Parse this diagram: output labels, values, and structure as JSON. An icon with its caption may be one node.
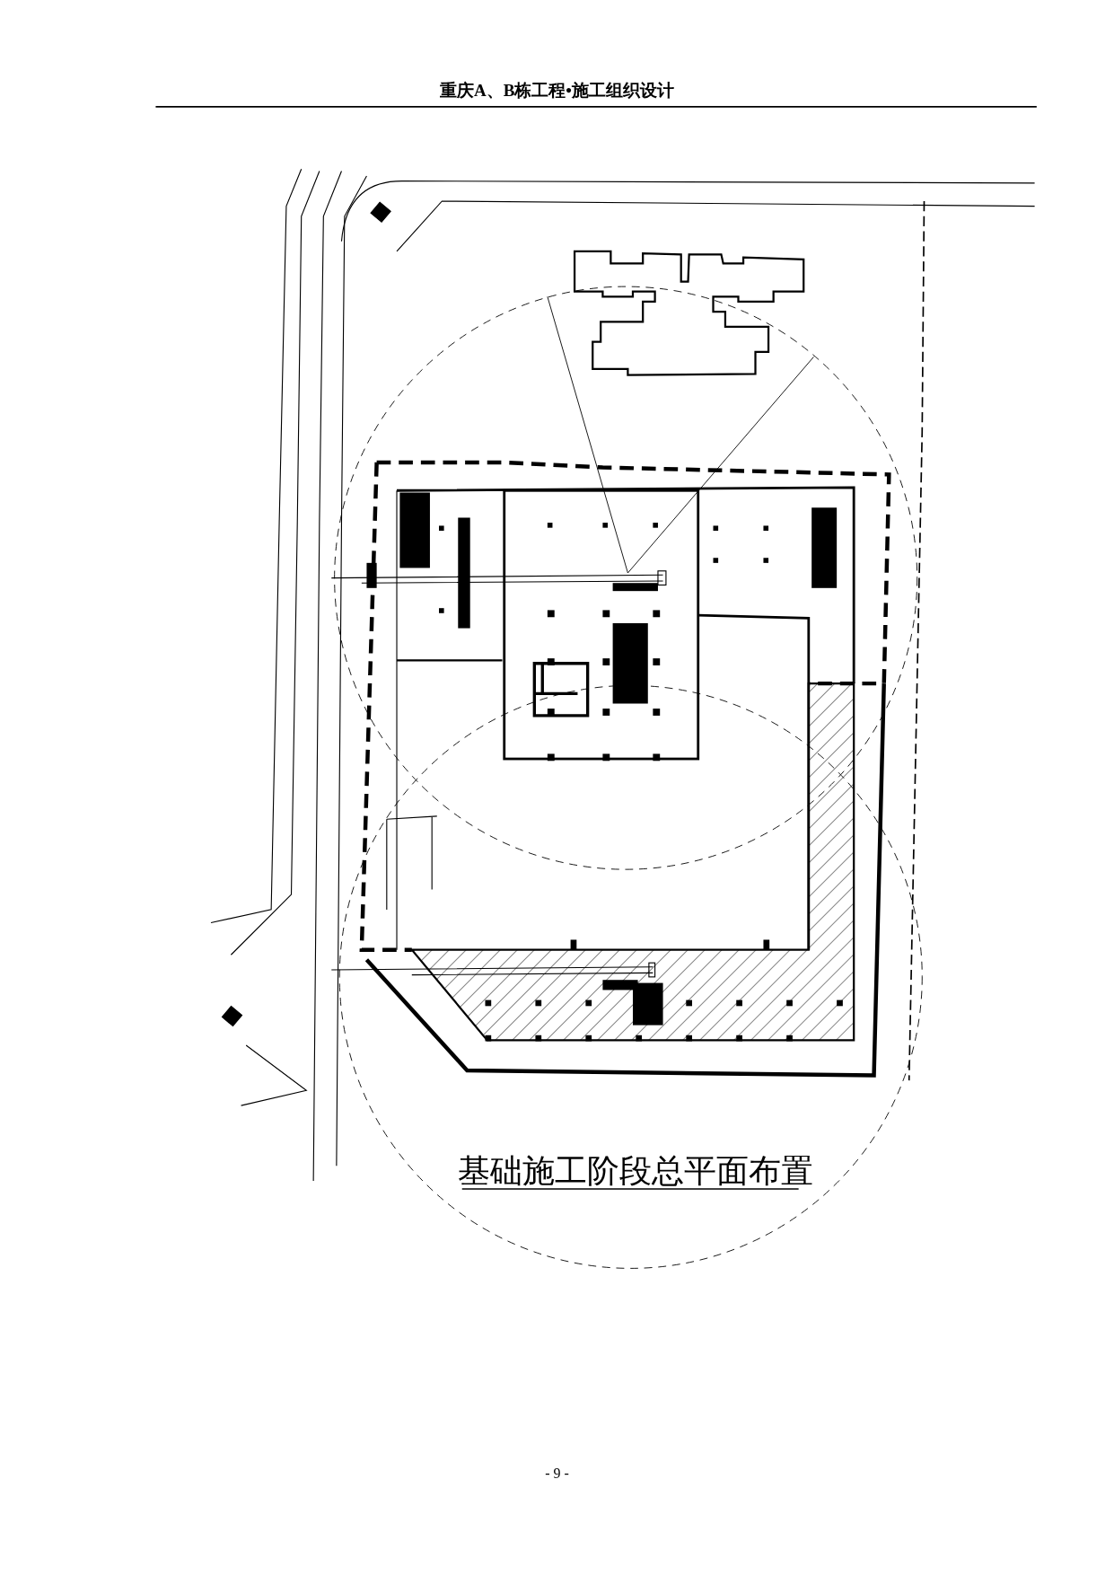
{
  "diagram": {
    "title": "基础施工阶段总平面布置",
    "labels": [
      "重庆A、B栋工程•施工组织设计",
      "- 9 -"
    ]
  }
}
